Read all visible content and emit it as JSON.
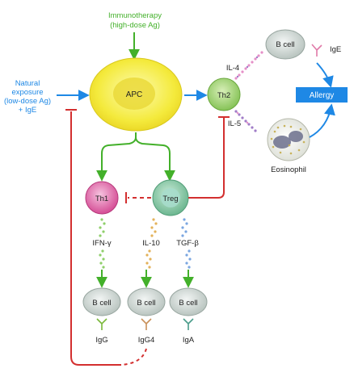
{
  "immunotherapy": {
    "line1": "Immunotherapy",
    "line2": "(high-dose Ag)"
  },
  "natural_exposure": {
    "line1": "Natural",
    "line2": "exposure",
    "line3": "(low-dose Ag)",
    "line4": "+ IgE"
  },
  "cells": {
    "apc": "APC",
    "th2": "Th2",
    "th1": "Th1",
    "treg": "Treg",
    "b_cell_top": "B cell",
    "b_cell_igg": "B cell",
    "b_cell_igg4": "B cell",
    "b_cell_iga": "B cell",
    "eosinophil": "Eosinophil"
  },
  "cytokines": {
    "il4": "IL-4",
    "il5": "IL-5",
    "ifn": "IFN-γ",
    "il10": "IL-10",
    "tgf": "TGF-β"
  },
  "antibodies": {
    "ige": "IgE",
    "igg": "IgG",
    "igg4": "IgG4",
    "iga": "IgA"
  },
  "outcome": {
    "allergy": "Allergy"
  },
  "colors": {
    "blue": "#1e88e5",
    "green": "#43b02a",
    "red": "#d32f2f",
    "apc": "#f5ec4a",
    "th2": "#9ccf6a",
    "th1": "#e05fa8",
    "treg": "#7fc4a0",
    "bcell": "#c9d3cf"
  }
}
